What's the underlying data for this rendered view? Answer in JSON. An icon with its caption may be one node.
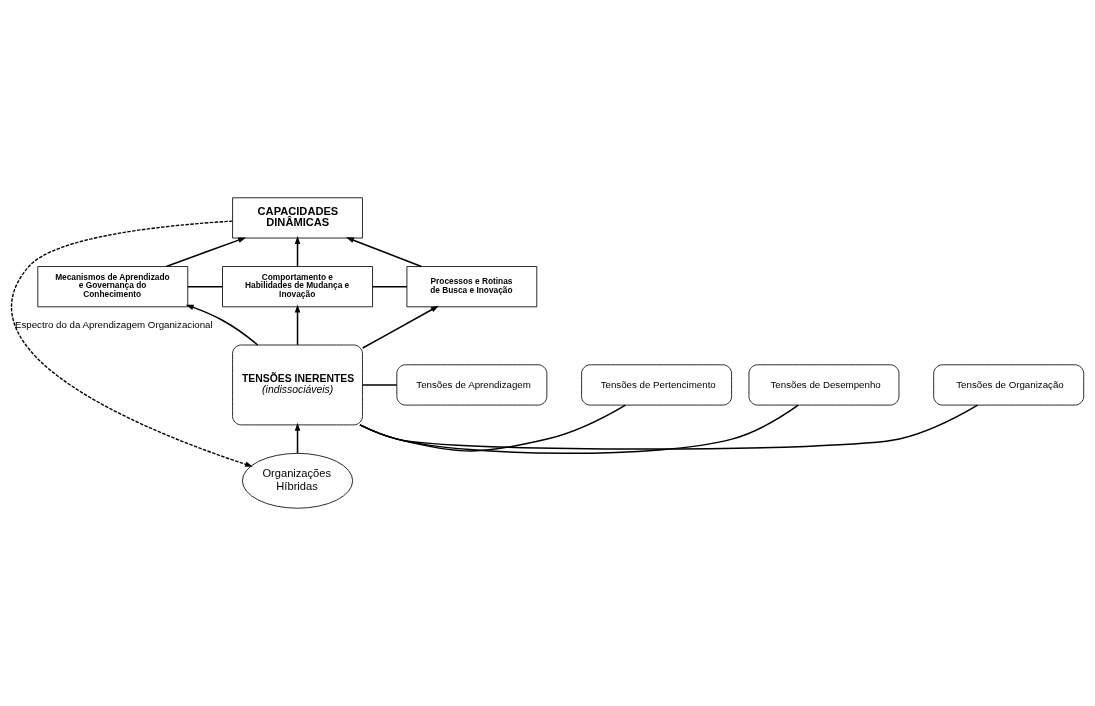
{
  "diagram": {
    "nodes": [
      {
        "text": [
          "CAPACIDADES DINÂMICAS"
        ]
      },
      {
        "text": [
          "Mecanismos de Aprendizado e Governança do Conhecimento"
        ]
      },
      {
        "text": [
          "Comportamento e Habilidades de Mudança e Inovação"
        ]
      },
      {
        "text": [
          "Processos e Rotinas de Busca e Inovação"
        ]
      },
      {
        "text": [
          "Tensões de Aprendizagem"
        ]
      },
      {
        "text": [
          "Tensões de Pertencimento"
        ]
      },
      {
        "text": [
          "TENSÕES INERENTES",
          "(indissociáveis)"
        ]
      },
      {
        "text": [
          "Tensões de Desempenho"
        ]
      },
      {
        "text": [
          "Tensões de Organização"
        ]
      },
      {
        "text": [
          "Organizações Híbridas"
        ]
      }
    ],
    "edges": [
      {
        "from": 1,
        "to": 0,
        "arrow": "to"
      },
      {
        "from": 2,
        "to": 0,
        "arrow": "to"
      },
      {
        "from": 3,
        "to": 0,
        "arrow": "to"
      },
      {
        "from": 1,
        "to": 2,
        "arrow": "none"
      },
      {
        "from": 2,
        "to": 3,
        "arrow": "none"
      },
      {
        "from": 6,
        "to": 1,
        "arrow": "to"
      },
      {
        "from": 6,
        "to": 2,
        "arrow": "to"
      },
      {
        "from": 6,
        "to": 3,
        "arrow": "to"
      },
      {
        "from": 4,
        "to": 6,
        "arrow": "none"
      },
      {
        "from": 5,
        "to": 6,
        "arrow": "none"
      },
      {
        "from": 7,
        "to": 6,
        "arrow": "none"
      },
      {
        "from": 8,
        "to": 6,
        "arrow": "none"
      },
      {
        "from": 9,
        "to": 6,
        "arrow": "to"
      },
      {
        "from": 0,
        "to": 9,
        "arrow": "to",
        "style": "dashed",
        "label": "Espectro do da Aprendizagem Organizacional"
      }
    ]
  }
}
